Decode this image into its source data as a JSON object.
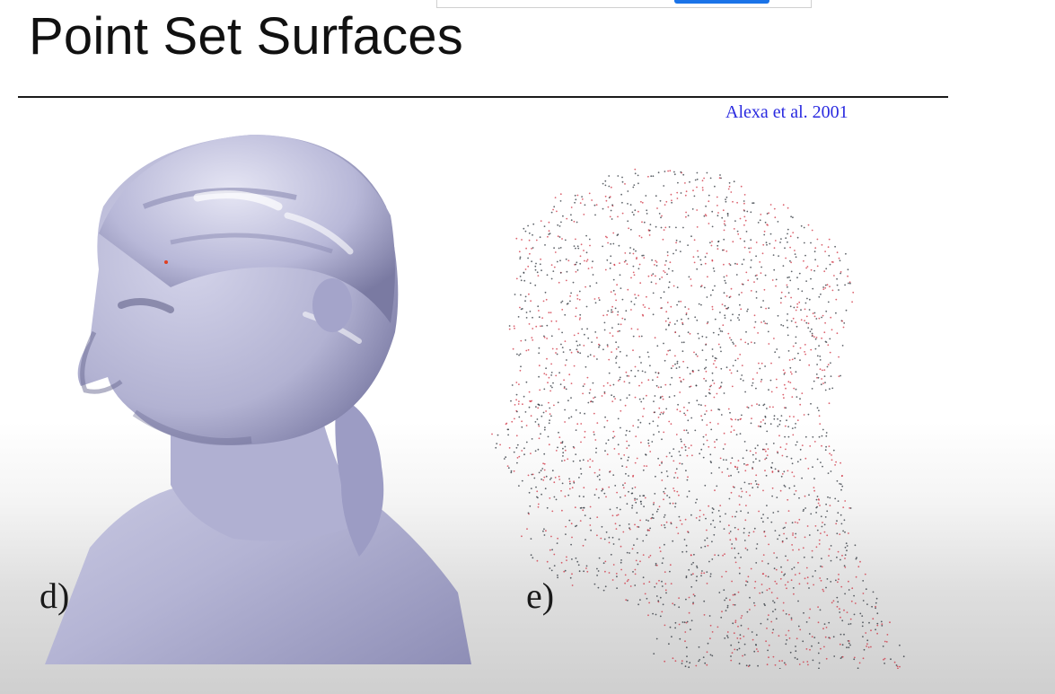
{
  "slide": {
    "title": "Point Set Surfaces",
    "citation": "Alexa et al. 2001"
  },
  "figures": {
    "panel_d": {
      "label": "d)"
    },
    "panel_e": {
      "label": "e)"
    }
  },
  "colors": {
    "title_text": "#111111",
    "citation_text": "#2a2ae0",
    "surface_fill": "#b8b8d8",
    "surface_shadow": "#6a6a90",
    "point_red": "#d03040",
    "point_dark": "#2a3038"
  }
}
